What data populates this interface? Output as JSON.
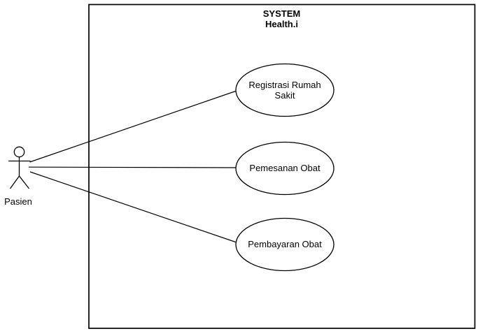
{
  "diagram": {
    "colors": {
      "stroke": "#000000",
      "background": "#ffffff",
      "shape_fill": "#ffffff"
    },
    "system": {
      "title_line1": "SYSTEM",
      "title_line2": "Health.i"
    },
    "actor": {
      "label": "Pasien"
    },
    "usecases": [
      {
        "label": "Registrasi Rumah Sakit",
        "line1": "Registrasi Rumah",
        "line2": "Sakit"
      },
      {
        "label": "Pemesanan Obat",
        "line1": "Pemesanan Obat",
        "line2": ""
      },
      {
        "label": "Pembayaran Obat",
        "line1": "Pembayaran Obat",
        "line2": ""
      }
    ],
    "associations": [
      {
        "from": "Pasien",
        "to": "Registrasi Rumah Sakit"
      },
      {
        "from": "Pasien",
        "to": "Pemesanan Obat"
      },
      {
        "from": "Pasien",
        "to": "Pembayaran Obat"
      }
    ]
  }
}
